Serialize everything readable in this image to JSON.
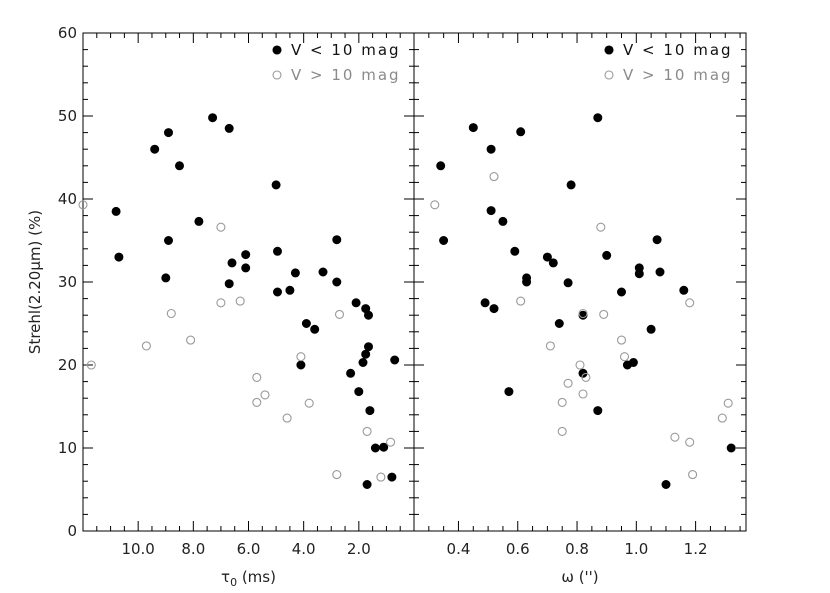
{
  "chart_data": [
    {
      "type": "scatter",
      "title": "",
      "xlabel_main": "τ",
      "xlabel_sub": "0",
      "xlabel_unit": " (ms)",
      "ylabel": "Strehl(2.20μm) (%)",
      "xlim": [
        12.0,
        0.0
      ],
      "x_reversed": true,
      "ylim": [
        0,
        60
      ],
      "xticks": [
        10.0,
        8.0,
        6.0,
        4.0,
        2.0
      ],
      "xtick_labels": [
        "10.0",
        "8.0",
        "6.0",
        "4.0",
        "2.0"
      ],
      "yticks": [
        0,
        10,
        20,
        30,
        40,
        50,
        60
      ],
      "ytick_labels": [
        "0",
        "10",
        "20",
        "30",
        "40",
        "50",
        "60"
      ],
      "legend_position": "top-right",
      "grid": false,
      "series": [
        {
          "name": "V < 10 mag",
          "marker": "filled-circle",
          "color": "#000000",
          "points": [
            [
              10.8,
              38.5
            ],
            [
              10.7,
              33.0
            ],
            [
              9.4,
              46.0
            ],
            [
              8.9,
              48.0
            ],
            [
              8.9,
              35.0
            ],
            [
              9.0,
              30.5
            ],
            [
              8.5,
              44.0
            ],
            [
              7.8,
              37.3
            ],
            [
              7.3,
              49.8
            ],
            [
              6.7,
              48.5
            ],
            [
              6.7,
              29.8
            ],
            [
              6.6,
              32.3
            ],
            [
              6.1,
              33.3
            ],
            [
              6.1,
              31.7
            ],
            [
              5.0,
              41.7
            ],
            [
              4.95,
              33.7
            ],
            [
              4.95,
              28.8
            ],
            [
              4.5,
              29.0
            ],
            [
              4.3,
              31.1
            ],
            [
              4.1,
              20.0
            ],
            [
              3.9,
              25.0
            ],
            [
              3.6,
              24.3
            ],
            [
              3.3,
              31.2
            ],
            [
              2.8,
              35.1
            ],
            [
              2.8,
              30.0
            ],
            [
              2.3,
              19.0
            ],
            [
              2.1,
              27.5
            ],
            [
              2.0,
              16.8
            ],
            [
              1.85,
              20.3
            ],
            [
              1.75,
              21.3
            ],
            [
              1.75,
              26.8
            ],
            [
              1.65,
              26.0
            ],
            [
              1.65,
              22.2
            ],
            [
              1.6,
              14.5
            ],
            [
              1.7,
              5.6
            ],
            [
              1.4,
              10.0
            ],
            [
              1.1,
              10.1
            ],
            [
              0.8,
              6.5
            ],
            [
              0.7,
              20.6
            ]
          ]
        },
        {
          "name": "V > 10 mag",
          "marker": "open-circle",
          "color": "#9a9a9a",
          "points": [
            [
              12.0,
              39.3
            ],
            [
              11.7,
              20.0
            ],
            [
              9.7,
              22.3
            ],
            [
              8.8,
              26.2
            ],
            [
              8.1,
              23.0
            ],
            [
              7.0,
              36.6
            ],
            [
              7.0,
              27.5
            ],
            [
              6.3,
              27.7
            ],
            [
              5.7,
              18.5
            ],
            [
              5.7,
              15.5
            ],
            [
              5.4,
              16.4
            ],
            [
              4.6,
              13.6
            ],
            [
              4.1,
              21.0
            ],
            [
              3.8,
              15.4
            ],
            [
              2.7,
              26.1
            ],
            [
              2.8,
              6.8
            ],
            [
              1.7,
              12.0
            ],
            [
              1.2,
              6.5
            ],
            [
              0.85,
              10.7
            ]
          ]
        }
      ]
    },
    {
      "type": "scatter",
      "title": "",
      "xlabel": "ω ('')",
      "ylabel": "",
      "xlim": [
        0.25,
        1.37
      ],
      "ylim": [
        0,
        60
      ],
      "xticks": [
        0.4,
        0.6,
        0.8,
        1.0,
        1.2
      ],
      "xtick_labels": [
        "0.4",
        "0.6",
        "0.8",
        "1.0",
        "1.2"
      ],
      "legend_position": "top-right",
      "grid": false,
      "series": [
        {
          "name": "V < 10 mag",
          "marker": "filled-circle",
          "color": "#000000",
          "points": [
            [
              0.45,
              48.6
            ],
            [
              0.34,
              44.0
            ],
            [
              0.35,
              35.0
            ],
            [
              0.51,
              46.0
            ],
            [
              0.51,
              38.6
            ],
            [
              0.55,
              37.3
            ],
            [
              0.61,
              48.1
            ],
            [
              0.59,
              33.7
            ],
            [
              0.63,
              30.5
            ],
            [
              0.63,
              30.0
            ],
            [
              0.49,
              27.5
            ],
            [
              0.52,
              26.8
            ],
            [
              0.57,
              16.8
            ],
            [
              0.7,
              33.0
            ],
            [
              0.72,
              32.3
            ],
            [
              0.78,
              41.7
            ],
            [
              0.77,
              29.9
            ],
            [
              0.74,
              25.0
            ],
            [
              0.82,
              26.0
            ],
            [
              0.82,
              19.0
            ],
            [
              0.87,
              49.8
            ],
            [
              0.87,
              14.5
            ],
            [
              0.9,
              33.2
            ],
            [
              0.95,
              28.8
            ],
            [
              0.97,
              20.0
            ],
            [
              0.99,
              20.3
            ],
            [
              1.01,
              31.7
            ],
            [
              1.01,
              31.0
            ],
            [
              1.05,
              24.3
            ],
            [
              1.07,
              35.1
            ],
            [
              1.08,
              31.2
            ],
            [
              1.16,
              29.0
            ],
            [
              1.1,
              5.6
            ],
            [
              1.32,
              10.0
            ]
          ]
        },
        {
          "name": "V > 10 mag",
          "marker": "open-circle",
          "color": "#9a9a9a",
          "points": [
            [
              0.32,
              39.3
            ],
            [
              0.52,
              42.7
            ],
            [
              0.61,
              27.7
            ],
            [
              0.71,
              22.3
            ],
            [
              0.75,
              15.5
            ],
            [
              0.75,
              12.0
            ],
            [
              0.77,
              17.8
            ],
            [
              0.81,
              20.0
            ],
            [
              0.82,
              26.2
            ],
            [
              0.82,
              16.5
            ],
            [
              0.83,
              18.5
            ],
            [
              0.88,
              36.6
            ],
            [
              0.89,
              26.1
            ],
            [
              0.95,
              23.0
            ],
            [
              0.96,
              21.0
            ],
            [
              1.13,
              11.3
            ],
            [
              1.18,
              27.5
            ],
            [
              1.18,
              10.7
            ],
            [
              1.19,
              6.8
            ],
            [
              1.29,
              13.6
            ],
            [
              1.31,
              15.4
            ]
          ]
        }
      ]
    }
  ]
}
